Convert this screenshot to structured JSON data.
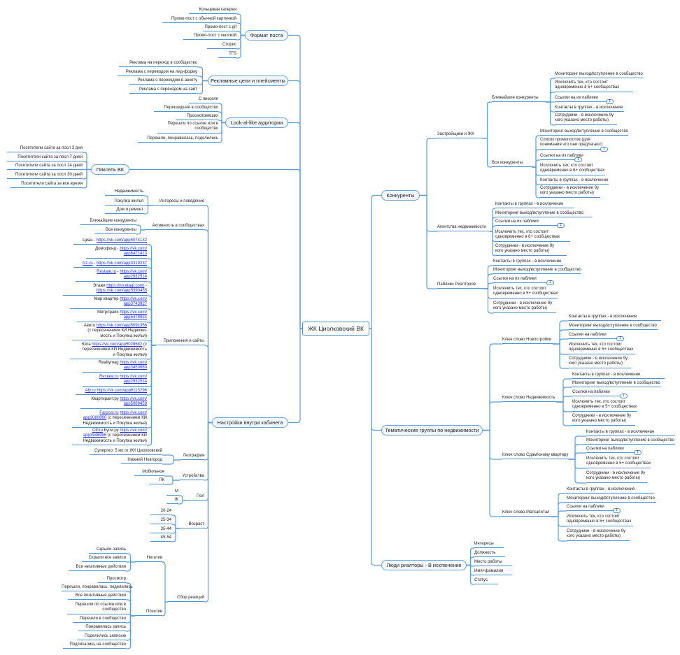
{
  "center": {
    "label": "ЖК Циолковский ВК"
  },
  "colors": {
    "line": "#5b9fd9",
    "box_fill": "#f2f7fd",
    "link": "#2233dd"
  },
  "left_branches": [
    {
      "label": "Формат поста",
      "children": [
        "Кольцевая галерея",
        "Промо-пост с обычной картинкой",
        "Промо-пост с gif",
        "Промо-пост с кнопкой",
        "Сторис",
        "ТГБ"
      ]
    },
    {
      "label": "Рекламные цели и плейсменты",
      "children": [
        "Реклама на переход в сообщество",
        "Реклама с переводом на лид-форму",
        "Реклама с переходом в анкету",
        "Реклама с переходом на сайт"
      ]
    },
    {
      "label": "Look-al-like аудитории",
      "children": [
        "С пикселя",
        "Перешедшие в сообщество",
        "Просмотревших",
        "Перешли по ссылке или в\nсообщество",
        "Перешли, понравилась, поделились"
      ]
    },
    {
      "label": "Пиксель ВК",
      "children": [
        "Посетители сайта за посл 3 дня",
        "Посетители сайта за посл 7 дней",
        "Посетители сайта за посл 14 дней",
        "Посетители сайта за посл 30 дней",
        "Посетители сайта за все время"
      ]
    },
    {
      "label": "Настройки внутри кабинета",
      "children": [
        {
          "label": "Интересы и поведение",
          "children": [
            "Недвижимость",
            "Покупка жилья",
            "Дом и ремонт"
          ]
        },
        {
          "label": "Активность в сообществах",
          "children": [
            "Ближайшие конкуренты",
            "Все конкуренты"
          ]
        },
        {
          "label": "Приложения и сайты",
          "children": [
            {
              "segments": [
                {
                  "t": "Циан - "
                },
                {
                  "t": "https://vk.com/app6074132",
                  "link": true
                }
              ]
            },
            {
              "segments": [
                {
                  "t": "Домофонд - "
                },
                {
                  "t": "https://vk.com/\napp6471413",
                  "link": true
                }
              ]
            },
            {
              "segments": [
                {
                  "t": "N1.ru",
                  "link": true
                },
                {
                  "t": " - "
                },
                {
                  "t": "https://vk.com/app3319237",
                  "link": true
                }
              ]
            },
            {
              "segments": [
                {
                  "t": "Restate.ru",
                  "link": true
                },
                {
                  "t": " - "
                },
                {
                  "t": "https://vk.com/\napp2932514",
                  "link": true
                }
              ]
            },
            {
              "segments": [
                {
                  "t": "Этажи "
                },
                {
                  "t": "https://nn.etagi.com/",
                  "link": true
                },
                {
                  "t": " -\n"
                },
                {
                  "t": "https://vk.com/app5390455",
                  "link": true
                }
              ]
            },
            {
              "segments": [
                {
                  "t": "Мир квартир "
                },
                {
                  "t": "https://vk.com/\napp3743927",
                  "link": true
                }
              ]
            },
            {
              "segments": [
                {
                  "t": "Метрпрайс "
                },
                {
                  "t": "https://vk.com/\napp5478924",
                  "link": true
                }
              ]
            },
            {
              "segments": [
                {
                  "t": "Авито "
                },
                {
                  "t": "https://vk.com/app5091356",
                  "link": true
                },
                {
                  "t": "\n(с пересечением КИ Недвижи-\nмость и Покупка жилья)"
                }
              ]
            },
            {
              "segments": [
                {
                  "t": "Юла "
                },
                {
                  "t": "https://vk.com/app5028682",
                  "link": true
                },
                {
                  "t": " (с\nпересечением КИ Недвижимость\nи Покупка жилья)"
                }
              ]
            },
            {
              "segments": [
                {
                  "t": "Realtymag "
                },
                {
                  "t": "https://vk.com/\napp3450660",
                  "link": true
                }
              ]
            },
            {
              "segments": [
                {
                  "t": "Restate.ru",
                  "link": true
                },
                {
                  "t": " "
                },
                {
                  "t": "https://vk.com/\napp2932514",
                  "link": true
                }
              ]
            },
            {
              "segments": [
                {
                  "t": "Afy.ru",
                  "link": true
                },
                {
                  "t": " "
                },
                {
                  "t": "https://vk.com/app6113296",
                  "link": true
                }
              ]
            },
            {
              "segments": [
                {
                  "t": "Квартирант.ру "
                },
                {
                  "t": "https://vk.com/\napp5089459",
                  "link": true
                }
              ]
            },
            {
              "segments": [
                {
                  "t": "Farpost.ru",
                  "link": true
                },
                {
                  "t": " "
                },
                {
                  "t": "https://vk.com/\napp3080890",
                  "link": true
                },
                {
                  "t": " (с пересечением КИ\nНедвижимость и Покупка жилья)"
                }
              ]
            },
            {
              "segments": [
                {
                  "t": "OP.ru",
                  "link": true
                },
                {
                  "t": " Купи.ру "
                },
                {
                  "t": "https://vk.com/\napp3946996",
                  "link": true
                },
                {
                  "t": " (с пересечением КИ\nНедвижимость и Покупка жилья)"
                }
              ]
            }
          ]
        },
        {
          "label": "География",
          "children": [
            "Супергео: 5 км от ЖК Циолковский",
            "Нижний Новгород"
          ]
        },
        {
          "label": "Устройства",
          "children": [
            "Мобильное",
            "ПК"
          ]
        },
        {
          "label": "Пол",
          "children": [
            "М",
            "Ж"
          ]
        },
        {
          "label": "Возраст",
          "children": [
            "20-24",
            "25-34",
            "35-44",
            "45-54"
          ]
        },
        {
          "label": "Сбор реакций",
          "children": [
            {
              "label": "Негатив",
              "children": [
                "Скрыли запись",
                "Скрыли все записи",
                "Все негативные действия"
              ]
            },
            {
              "label": "Позитив",
              "children": [
                "Просмотр",
                "Перешли, понравилась, поделились",
                "Все позитивные действия",
                "Перешли по ссылке или в\nсообщество",
                "Перешли в сообщество",
                "Понравилась запись",
                "Поделились записью",
                "Подписались на сообщество"
              ]
            }
          ]
        }
      ]
    }
  ],
  "right_branches": [
    {
      "label": "Конкуренты",
      "children": [
        {
          "label": "Застройщики и ЖК",
          "children": [
            {
              "label": "Ближайшие конкуренты",
              "children": [
                "Мониторинг выход/вступление в сообщество",
                "Исключить тех, кто состоит\nодновременно в 5+ сообществах",
                {
                  "label": "Ссылки на их паблики",
                  "badge": "1"
                },
                "Контакты в группах - в исключение",
                "Сотрудники - в исключение 9у\nкого указано место работы)"
              ]
            },
            {
              "label": "Все конкуренты",
              "children": [
                "Мониторинг выход/вступление в сообщество",
                {
                  "label": "Список промопостов (для\nпонимания что они предлагают)",
                  "badge": "1"
                },
                {
                  "label": "Ссылки на их паблики",
                  "badge": "1"
                },
                "Исключить тех, кто состоит\nодновременно в 6+ сообществах",
                "Контакты в группах - в исключение",
                "Сотрудники - в исключение 9у\nкого указано место работы)"
              ]
            }
          ]
        },
        {
          "label": "Агентства недвижимости",
          "children": [
            "Контакты в группах - в исключение",
            "Мониторинг выход/вступление в сообщество",
            {
              "label": "Ссылки на их паблики",
              "badge": "1"
            },
            "Исключить тех, кто состоит\nодновременно в 6+ сообществах",
            "Сотрудники - в исключение 9у\nкого указано место работы)"
          ]
        },
        {
          "label": "Паблики Риэлторов",
          "children": [
            "Контакты в группах - в исключение",
            "Мониторинг выход/вступление в сообщество",
            {
              "label": "Ссылки на их паблики",
              "badge": "1"
            },
            "Исключить тех, кто состоит\nодновременно в 5+ сообществах",
            "Сотрудники - в исключение 9у\nкого указано место работы)"
          ]
        }
      ]
    },
    {
      "label": "Тематические группы по недвижимости",
      "children": [
        {
          "label": "Ключ слово Новостройки",
          "children": [
            "Контакты в группах - в исключение",
            "Мониторинг выход/вступление в сообщество",
            {
              "label": "Ссылки на паблики",
              "badge": "1"
            },
            "Исключить тех, кто состоит\nодновременно в 5+ сообществах",
            "Сотрудники - в исключение 9у\nкого указано место работы)"
          ]
        },
        {
          "label": "Ключ слово Недвижимость",
          "children": [
            "Контакты в группах - в исключение",
            "Мониторинг выход/вступление в сообщество",
            {
              "label": "Ссылки на паблики",
              "badge": "1"
            },
            "Исключить тех, кто состоит\nодновременно в 5+ сообществах",
            "Сотрудники - в исключение 9у\nкого указано место работы)"
          ]
        },
        {
          "label": "Ключ слово Сдам/сниму квартиру",
          "children": [
            "Контакты в группах - в исключение",
            "Мониторинг выход/вступление в сообщество",
            {
              "label": "Ссылки на паблики",
              "badge": "1"
            },
            "Исключить тех, кто состоит\nодновременно в 5+ сообществах",
            "Сотрудники - в исключение 9у\nкого указано место работы)"
          ]
        },
        {
          "label": "Ключ слово Маткапитал",
          "children": [
            "Контакты в группах - в исключение",
            "Мониторинг выход/вступление в сообщество",
            {
              "label": "Ссылки на паблики",
              "badge": "1"
            },
            "Исключить тех, кто состоит\nодновременно в 5+ сообществах",
            "Сотрудники - в исключение 9у\nкого указано место работы)"
          ]
        }
      ]
    },
    {
      "label": "Люди риэлторы - В исключение",
      "children": [
        "Интересы",
        "Должность",
        "Место работы",
        "Имя+фамилия",
        "Статус"
      ]
    }
  ]
}
